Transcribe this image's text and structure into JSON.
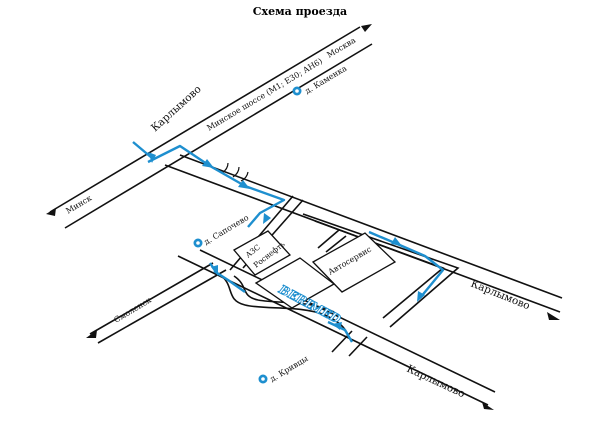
{
  "title": "Схема проезда",
  "roads": {
    "minsk_highway": "Минское шоссе (М1; Е30; АН6)",
    "moscow": "Москва",
    "minsk": "Минск",
    "karlymovo_north": "Карлымово",
    "karlymovo_east": "Карлымово",
    "karlymovo_south": "Карлымово",
    "smolensk": "Смоленск"
  },
  "villages": {
    "kamenka": "д. Каменка",
    "sapochevo": "д. Сапочево",
    "krivtsy": "д. Кривцы"
  },
  "buildings": {
    "gas_station_line1": "АЗС",
    "gas_station_line2": "Роснефть",
    "car_service": "Автосервис",
    "destination": "BERIMED"
  },
  "colors": {
    "route": "#1e8fcf",
    "road": "#111111",
    "background": "#ffffff"
  }
}
